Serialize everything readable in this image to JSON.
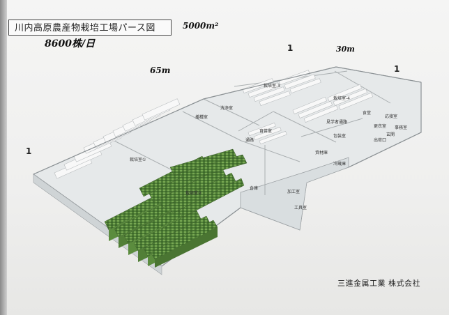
{
  "title": "川内高原農産物栽培工場パース図",
  "handwritten": {
    "area": "5000m²",
    "production": "8600株/日",
    "length": "65m",
    "width": "30m"
  },
  "marks": [
    "1",
    "1",
    "1"
  ],
  "company": "三進金属工業 株式会社",
  "rooms": {
    "cultivation_1": "栽培室①",
    "cultivation_2": "栽培室②",
    "cultivation_3": "栽培室-3",
    "cultivation_4": "栽培室-4",
    "washing": "洗浄室",
    "sowing": "播種室",
    "seedling": "育苗室",
    "passage": "通路",
    "visitor_passage": "見学者通路",
    "cafeteria": "食堂",
    "reception": "応接室",
    "changing": "更衣室",
    "office": "事務室",
    "entrance": "玄関",
    "shipping_exit": "出荷口",
    "packing": "包装室",
    "materials": "資材庫",
    "refrigerator": "冷蔵庫",
    "warehouse": "倉庫",
    "processing": "加工室",
    "tools": "工具室"
  }
}
